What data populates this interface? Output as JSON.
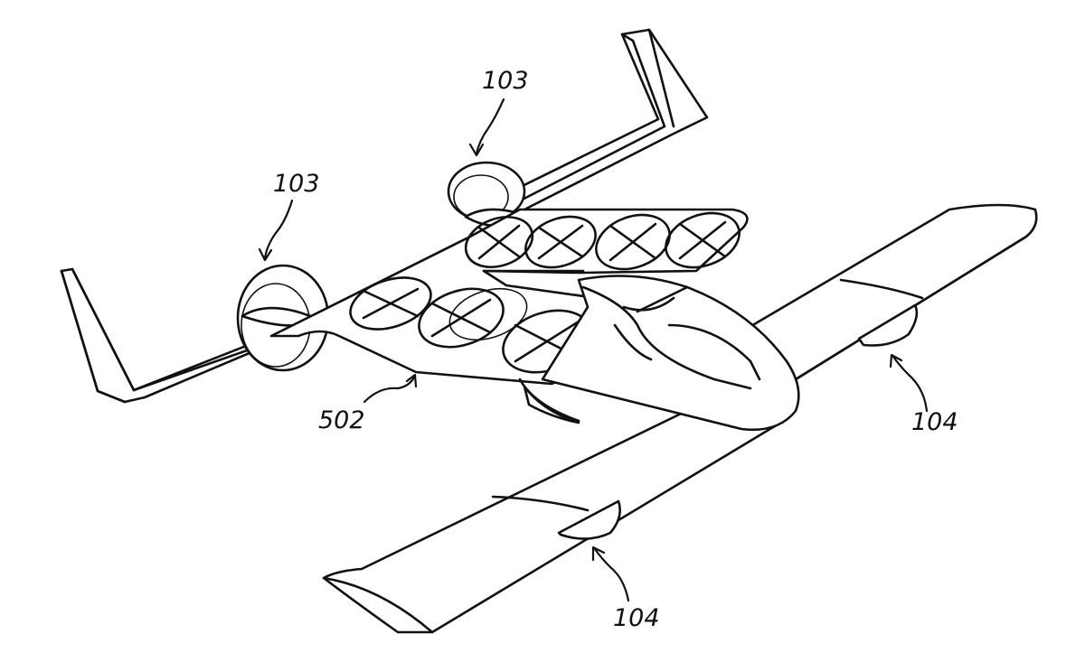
{
  "labels": {
    "rear_rotor_right": "103",
    "rear_rotor_left": "103",
    "rear_wing": "502",
    "front_rotor_right": "104",
    "front_rotor_left": "104"
  },
  "colors": {
    "line": "#111111",
    "background": "#ffffff"
  },
  "rotor_rows": {
    "upper_row_count": 4,
    "lower_row_count": 4
  }
}
